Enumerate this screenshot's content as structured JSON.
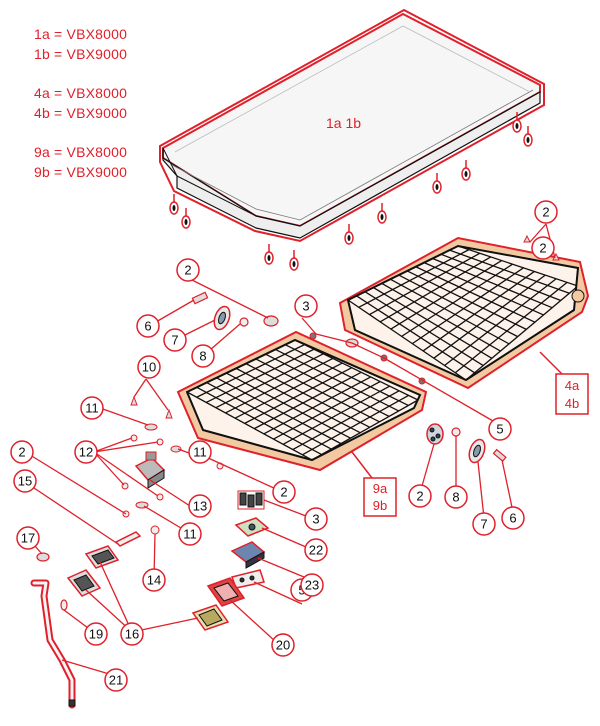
{
  "legend": [
    "1a = VBX8000",
    "1b = VBX9000",
    "4a = VBX8000",
    "4b = VBX9000",
    "9a = VBX8000",
    "9b = VBX9000"
  ],
  "mattress_label": "1a   1b",
  "boxed_labels": {
    "tray_right": [
      "4a",
      "4b"
    ],
    "tray_left": [
      "9a",
      "9b"
    ]
  },
  "callouts": [
    "2",
    "2",
    "2",
    "2",
    "2",
    "2",
    "3",
    "3",
    "5",
    "5",
    "6",
    "6",
    "7",
    "7",
    "8",
    "8",
    "10",
    "11",
    "11",
    "11",
    "12",
    "13",
    "14",
    "15",
    "16",
    "17",
    "19",
    "20",
    "21",
    "22",
    "23"
  ],
  "colors": {
    "callout": "#e0202a",
    "outline": "#111111",
    "tray_frame": "#f2c9a0",
    "part_fill": "#f3f3f3"
  }
}
